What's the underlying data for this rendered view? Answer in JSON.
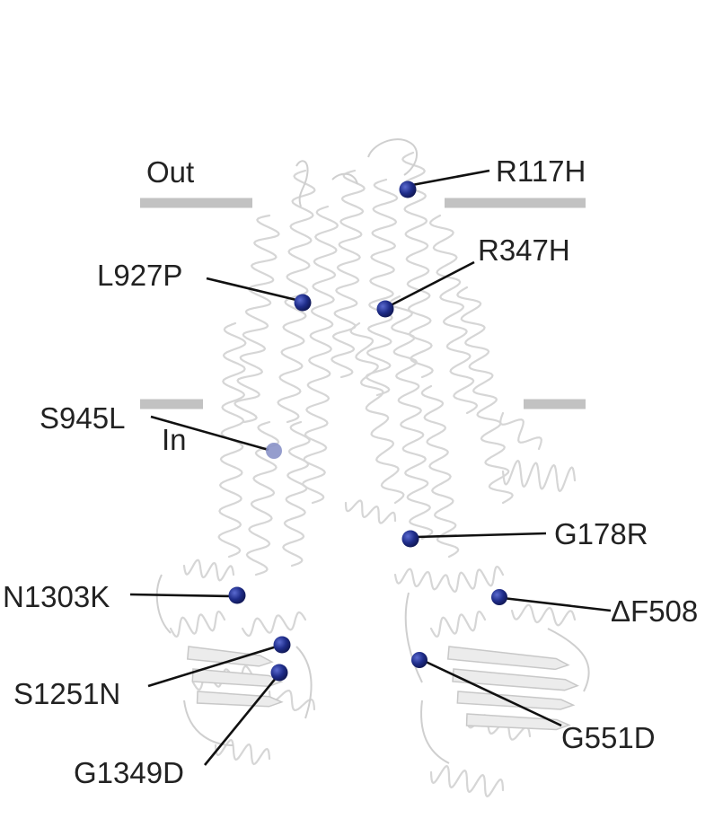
{
  "membrane": {
    "out_label": "Out",
    "in_label": "In"
  },
  "mutations": [
    {
      "id": "R117H",
      "label": "R117H"
    },
    {
      "id": "R347H",
      "label": "R347H"
    },
    {
      "id": "L927P",
      "label": "L927P"
    },
    {
      "id": "S945L",
      "label": "S945L"
    },
    {
      "id": "G178R",
      "label": "G178R"
    },
    {
      "id": "N1303K",
      "label": "N1303K"
    },
    {
      "id": "dF508",
      "label": "ΔF508"
    },
    {
      "id": "S1251N",
      "label": "S1251N"
    },
    {
      "id": "G1349D",
      "label": "G1349D"
    },
    {
      "id": "G551D",
      "label": "G551D"
    }
  ],
  "colors": {
    "site": "#1f2d8a",
    "site_faded": "#8a92c8",
    "membrane": "#c2c2c2",
    "protein": "#d6d6d6"
  }
}
